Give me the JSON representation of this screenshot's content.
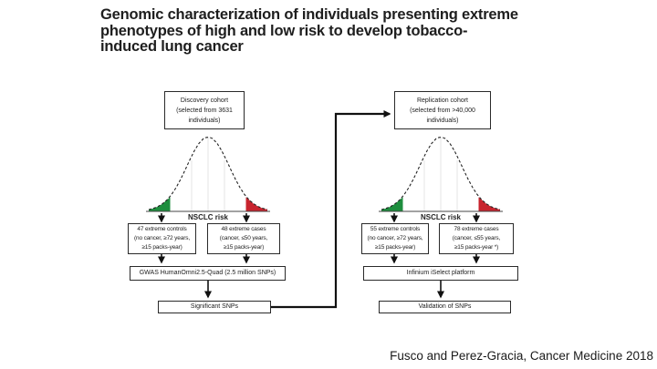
{
  "slide": {
    "title_lines": [
      "Genomic characterization of individuals presenting extreme",
      "phenotypes of high and low risk to develop tobacco-",
      "induced lung cancer"
    ],
    "citation": "Fusco and Perez-Gracia, Cancer Medicine 2018"
  },
  "diagram": {
    "discovery": {
      "cohort_box": "Discovery cohort\n(selected from 3631\nindividuals)",
      "axis_label": "NSCLC risk",
      "controls_box": "47 extreme controls\n(no cancer, ≥72 years,\n≥15 packs-year)",
      "cases_box": "48 extreme cases\n(cancer, ≤50 years,\n≥15 packs-year)",
      "platform_box": "GWAS HumanOmni2.5-Quad (2.5 million SNPs)",
      "result_box": "Significant SNPs"
    },
    "replication": {
      "cohort_box": "Replication cohort\n(selected from >40,000\nindividuals)",
      "axis_label": "NSCLC risk",
      "controls_box": "55 extreme controls\n(no cancer, ≥72 years,\n≥15 packs-year)",
      "cases_box": "78 extreme cases\n(cancer, ≤55 years,\n≥15 packs-year *)",
      "platform_box": "Infinium iSelect platform",
      "result_box": "Validation of SNPs"
    },
    "colors": {
      "low_risk_tail": "#1e8e3e",
      "high_risk_tail": "#c8242e",
      "line": "#1a1a1a"
    }
  }
}
